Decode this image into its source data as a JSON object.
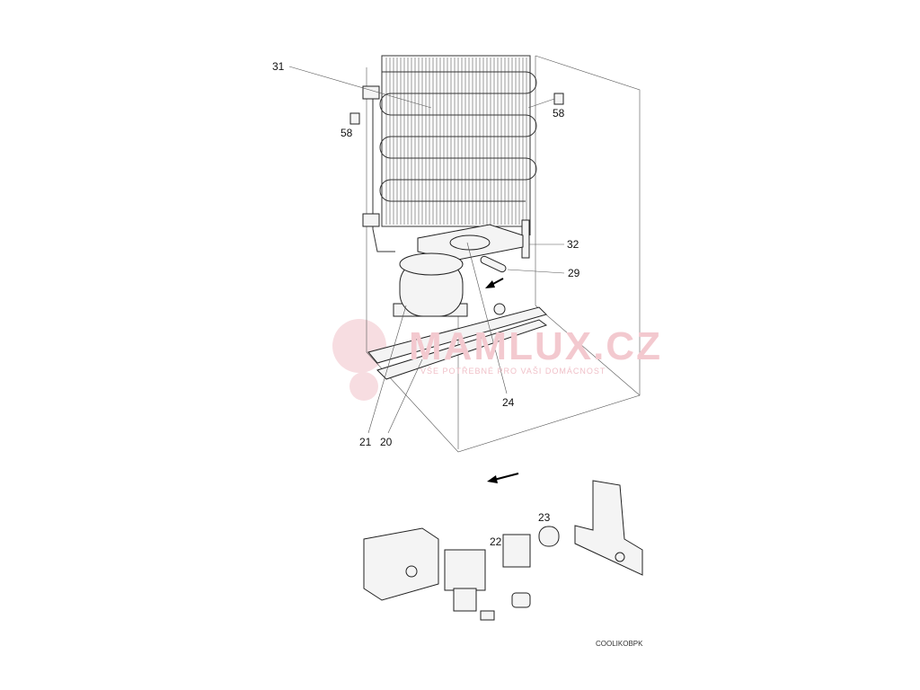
{
  "diagram": {
    "callouts": {
      "c31": "31",
      "c58_left": "58",
      "c58_right": "58",
      "c32": "32",
      "c29": "29",
      "c24": "24",
      "c21": "21",
      "c20": "20",
      "c23": "23",
      "c22": "22"
    },
    "drawing_code": "COOLIKOBPK",
    "watermark": {
      "brand": "MAMLUX.CZ",
      "tagline": "VŠE POTŘEBNÉ PRO VAŠI DOMÁCNOST"
    }
  }
}
